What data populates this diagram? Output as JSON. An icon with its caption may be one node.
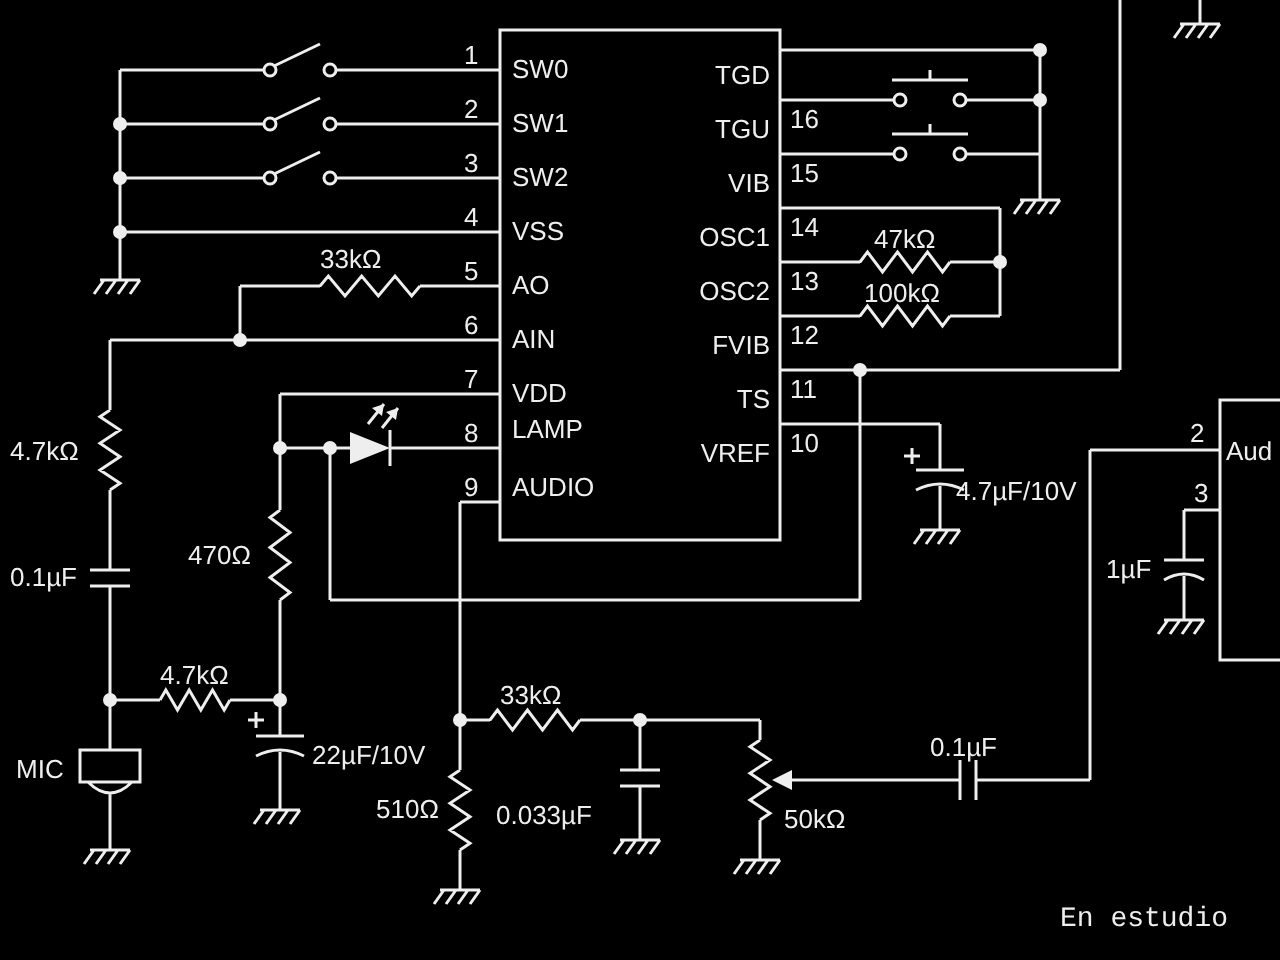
{
  "diagram": {
    "labels": [
      "1",
      "SW0",
      "2",
      "SW1",
      "3",
      "SW2",
      "4",
      "VSS",
      "5",
      "AO",
      "33kΩ",
      "6",
      "AIN",
      "7",
      "VDD",
      "8",
      "LAMP",
      "9",
      "AUDIO",
      "TGD",
      "16",
      "TGU",
      "15",
      "VIB",
      "14",
      "OSC1",
      "13",
      "47kΩ",
      "OSC2",
      "12",
      "100kΩ",
      "FVIB",
      "11",
      "TS",
      "10",
      "VREF",
      "4.7µF/10V",
      "2",
      "Aud",
      "3",
      "4.7kΩ",
      "470Ω",
      "0.1µF",
      "4.7kΩ",
      "22µF/10V",
      "MIC",
      "33kΩ",
      "0.1µF",
      "1µF",
      "510Ω",
      "0.033µF",
      "50kΩ",
      "En estudio"
    ]
  }
}
